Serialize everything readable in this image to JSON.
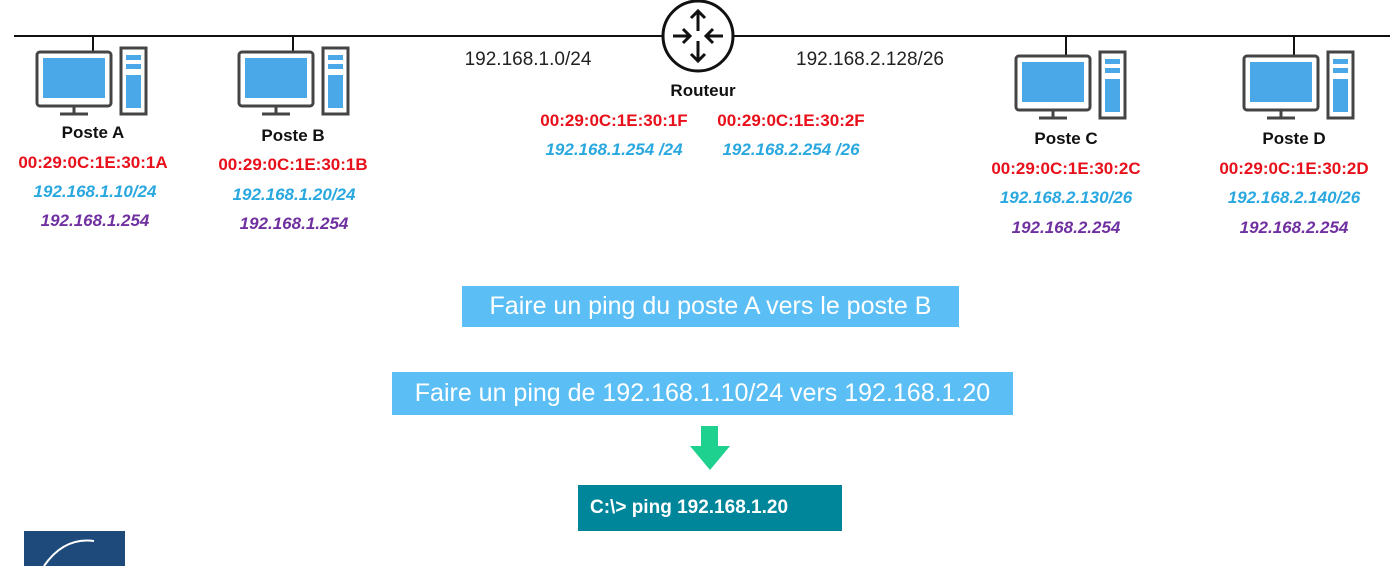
{
  "router": {
    "name": "Routeur",
    "left_subnet": "192.168.1.0/24",
    "right_subnet": "192.168.2.128/26",
    "if1": {
      "mac": "00:29:0C:1E:30:1F",
      "ip": "192.168.1.254 /24"
    },
    "if2": {
      "mac": "00:29:0C:1E:30:2F",
      "ip": "192.168.2.254 /26"
    }
  },
  "hosts": [
    {
      "name": "Poste A",
      "mac": "00:29:0C:1E:30:1A",
      "ip": "192.168.1.10/24",
      "gateway": "192.168.1.254"
    },
    {
      "name": "Poste B",
      "mac": "00:29:0C:1E:30:1B",
      "ip": "192.168.1.20/24",
      "gateway": "192.168.1.254"
    },
    {
      "name": "Poste C",
      "mac": "00:29:0C:1E:30:2C",
      "ip": "192.168.2.130/26",
      "gateway": "192.168.2.254"
    },
    {
      "name": "Poste D",
      "mac": "00:29:0C:1E:30:2D",
      "ip": "192.168.2.140/26",
      "gateway": "192.168.2.254"
    }
  ],
  "steps": {
    "task": "Faire un ping du poste A vers le poste B",
    "task_detail": "Faire un ping de 192.168.1.10/24 vers 192.168.1.20",
    "command": "C:\\> ping 192.168.1.20"
  },
  "colors": {
    "mac": "#e8101b",
    "ip": "#29a8e0",
    "gateway": "#7030a0",
    "banner": "#5bbff5",
    "command_bg": "#00869a",
    "arrow": "#1ed18f",
    "icon_stroke": "#444444",
    "icon_fill": "#4aa8e8"
  }
}
